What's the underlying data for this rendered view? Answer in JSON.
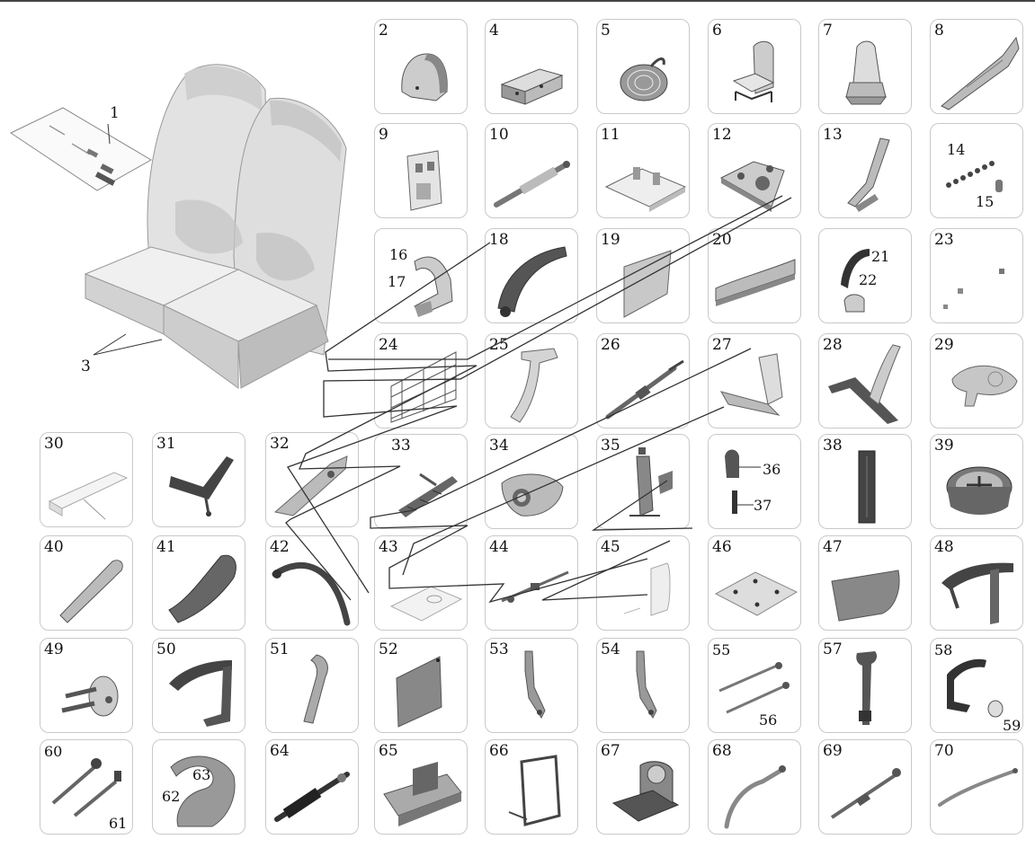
{
  "diagram": {
    "main_labels": [
      {
        "key": "l1",
        "text": "1"
      },
      {
        "key": "l3",
        "text": "3"
      }
    ],
    "parts": [
      {
        "id": "p2",
        "labels": [
          "2"
        ]
      },
      {
        "id": "p4",
        "labels": [
          "4"
        ]
      },
      {
        "id": "p5",
        "labels": [
          "5"
        ]
      },
      {
        "id": "p6",
        "labels": [
          "6"
        ]
      },
      {
        "id": "p7",
        "labels": [
          "7"
        ]
      },
      {
        "id": "p8",
        "labels": [
          "8"
        ]
      },
      {
        "id": "p9",
        "labels": [
          "9"
        ]
      },
      {
        "id": "p10",
        "labels": [
          "10"
        ]
      },
      {
        "id": "p11",
        "labels": [
          "11"
        ]
      },
      {
        "id": "p12",
        "labels": [
          "12"
        ]
      },
      {
        "id": "p13",
        "labels": [
          "13"
        ]
      },
      {
        "id": "p14",
        "labels": [
          "14",
          "15"
        ]
      },
      {
        "id": "p16",
        "labels": [
          "16",
          "17"
        ]
      },
      {
        "id": "p18",
        "labels": [
          "18"
        ]
      },
      {
        "id": "p19",
        "labels": [
          "19"
        ]
      },
      {
        "id": "p20",
        "labels": [
          "20"
        ]
      },
      {
        "id": "p21",
        "labels": [
          "21",
          "22"
        ]
      },
      {
        "id": "p23",
        "labels": [
          "23"
        ]
      },
      {
        "id": "p24",
        "labels": [
          "24"
        ]
      },
      {
        "id": "p25",
        "labels": [
          "25"
        ]
      },
      {
        "id": "p26",
        "labels": [
          "26"
        ]
      },
      {
        "id": "p27",
        "labels": [
          "27"
        ]
      },
      {
        "id": "p28",
        "labels": [
          "28"
        ]
      },
      {
        "id": "p29",
        "labels": [
          "29"
        ]
      },
      {
        "id": "p30",
        "labels": [
          "30"
        ]
      },
      {
        "id": "p31",
        "labels": [
          "31"
        ]
      },
      {
        "id": "p32",
        "labels": [
          "32"
        ]
      },
      {
        "id": "p33",
        "labels": [
          "33"
        ]
      },
      {
        "id": "p34",
        "labels": [
          "34"
        ]
      },
      {
        "id": "p35",
        "labels": [
          "35"
        ]
      },
      {
        "id": "p36",
        "labels": [
          "36",
          "37"
        ]
      },
      {
        "id": "p38",
        "labels": [
          "38"
        ]
      },
      {
        "id": "p39",
        "labels": [
          "39"
        ]
      },
      {
        "id": "p40",
        "labels": [
          "40"
        ]
      },
      {
        "id": "p41",
        "labels": [
          "41"
        ]
      },
      {
        "id": "p42",
        "labels": [
          "42"
        ]
      },
      {
        "id": "p43",
        "labels": [
          "43"
        ]
      },
      {
        "id": "p44",
        "labels": [
          "44"
        ]
      },
      {
        "id": "p45",
        "labels": [
          "45"
        ]
      },
      {
        "id": "p46",
        "labels": [
          "46"
        ]
      },
      {
        "id": "p47",
        "labels": [
          "47"
        ]
      },
      {
        "id": "p48",
        "labels": [
          "48"
        ]
      },
      {
        "id": "p49",
        "labels": [
          "49"
        ]
      },
      {
        "id": "p50",
        "labels": [
          "50"
        ]
      },
      {
        "id": "p51",
        "labels": [
          "51"
        ]
      },
      {
        "id": "p52",
        "labels": [
          "52"
        ]
      },
      {
        "id": "p53",
        "labels": [
          "53"
        ]
      },
      {
        "id": "p54",
        "labels": [
          "54"
        ]
      },
      {
        "id": "p55",
        "labels": [
          "55",
          "56"
        ]
      },
      {
        "id": "p57",
        "labels": [
          "57"
        ]
      },
      {
        "id": "p58",
        "labels": [
          "58",
          "59"
        ]
      },
      {
        "id": "p60",
        "labels": [
          "60",
          "61"
        ]
      },
      {
        "id": "p62",
        "labels": [
          "62",
          "63"
        ]
      },
      {
        "id": "p64",
        "labels": [
          "64"
        ]
      },
      {
        "id": "p65",
        "labels": [
          "65"
        ]
      },
      {
        "id": "p66",
        "labels": [
          "66"
        ]
      },
      {
        "id": "p67",
        "labels": [
          "67"
        ]
      },
      {
        "id": "p68",
        "labels": [
          "68"
        ]
      },
      {
        "id": "p69",
        "labels": [
          "69"
        ]
      },
      {
        "id": "p70",
        "labels": [
          "70"
        ]
      }
    ]
  }
}
